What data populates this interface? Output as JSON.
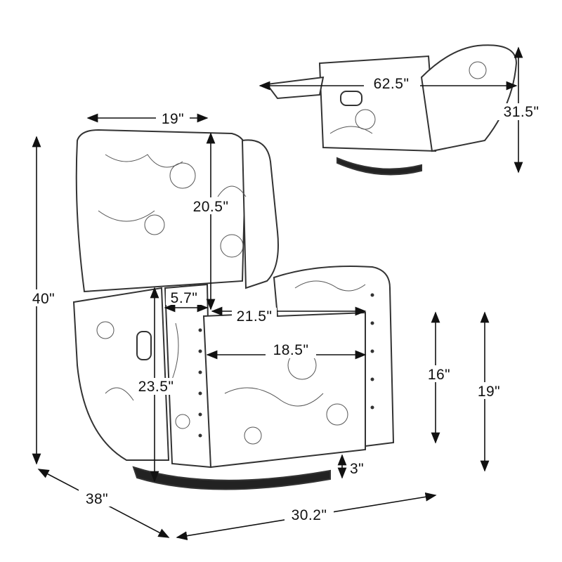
{
  "title": "Swivel recliner dimension diagram",
  "dimensions": {
    "top_width": "19\"",
    "back_height": "20.5\"",
    "overall_height": "40\"",
    "arm_width": "5.7\"",
    "seat_width": "21.5\"",
    "seat_inner_width": "18.5\"",
    "arm_height": "23.5\"",
    "seat_depth_height": "16\"",
    "seat_height": "19\"",
    "base_clearance": "3\"",
    "depth": "38\"",
    "overall_width": "30.2\"",
    "reclined_length": "62.5\"",
    "reclined_height": "31.5\""
  }
}
